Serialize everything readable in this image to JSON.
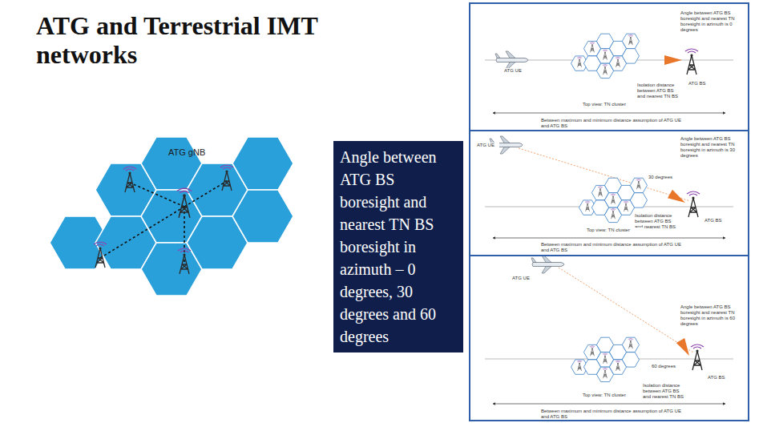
{
  "diagram": {
    "title": "ATG and Terrestrial IMT networks",
    "nodes": [
      {
        "text": [
          "Angle between ATG BS boresight and nearest TN BS boresight in azimuth – 0 degrees, 30 degrees and 60 degrees"
        ]
      },
      {
        "text": [
          "ATG UE",
          "Angle between ATG BS boresight and nearest TN boresight in azimuth is 0 degrees",
          "Isolation distance between ATG BS and nearest TN BS",
          "ATG BS",
          "Top view: TN cluster",
          "Between maximum and minimum distance assumption of ATG UE and ATG BS"
        ]
      },
      {
        "text": [
          "ATG UE",
          "Angle between ATG BS boresight and nearest TN boresight in azimuth is 30 degrees",
          "30 degrees",
          "Isolation distance between ATG BS and nearest TN BS",
          "ATG BS",
          "Top view: TN cluster",
          "Between maximum and minimum distance assumption of ATG UE and ATG BS"
        ]
      },
      {
        "text": [
          "ATG UE",
          "Angle between ATG BS boresight and nearest TN boresight in azimuth is 60 degrees",
          "60 degrees",
          "Isolation distance between ATG BS and nearest TN BS",
          "ATG BS",
          "Top view: TN cluster",
          "Between maximum and minimum distance assumption of ATG UE and ATG BS"
        ]
      }
    ],
    "labels": [
      "ATG gNB"
    ]
  }
}
